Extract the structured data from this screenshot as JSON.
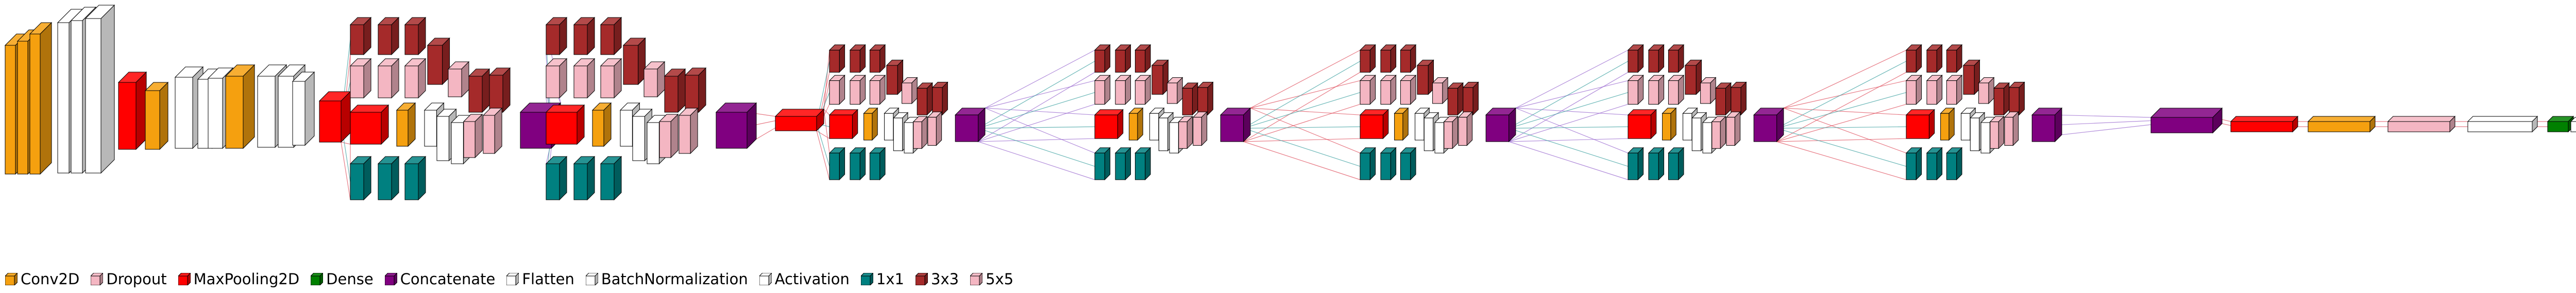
{
  "colors": {
    "Conv2D": "#f5a00f",
    "Dropout": "#f4b6c2",
    "MaxPooling2D": "#ff0000",
    "Dense": "#008000",
    "Concatenate": "#800080",
    "Flatten": "#ffffff",
    "BatchNormalization": "#ffffff",
    "Activation": "#ffffff",
    "1x1": "#008080",
    "3x3": "#a52a2a",
    "5x5": "#f4b6c2",
    "edge_red": "#e0505e",
    "edge_purple": "#9a6ad0",
    "edge_teal": "#3aa0a0",
    "outline": "#000000"
  },
  "legend": [
    {
      "key": "Conv2D",
      "label": "Conv2D"
    },
    {
      "key": "Dropout",
      "label": "Dropout"
    },
    {
      "key": "MaxPooling2D",
      "label": "MaxPooling2D"
    },
    {
      "key": "Dense",
      "label": "Dense"
    },
    {
      "key": "Concatenate",
      "label": "Concatenate"
    },
    {
      "key": "Flatten",
      "label": "Flatten"
    },
    {
      "key": "BatchNormalization",
      "label": "BatchNormalization"
    },
    {
      "key": "Activation",
      "label": "Activation"
    },
    {
      "key": "1x1",
      "label": "1x1"
    },
    {
      "key": "3x3",
      "label": "3x3"
    },
    {
      "key": "5x5",
      "label": "5x5"
    }
  ],
  "architecture": {
    "stem": [
      "Conv2D",
      "Conv2D",
      "Conv2D",
      "BatchNormalization",
      "BatchNormalization",
      "Activation",
      "MaxPooling2D",
      "Conv2D",
      "BatchNormalization",
      "Activation",
      "Activation",
      "Conv2D",
      "BatchNormalization",
      "Activation",
      "Activation",
      "MaxPooling2D"
    ],
    "inception_blocks": 7,
    "branches": [
      "3x3",
      "5x5",
      "MaxPooling2D",
      "1x1"
    ],
    "block_output": "Concatenate",
    "head": [
      "MaxPooling2D",
      "Conv2D",
      "Dropout",
      "Flatten",
      "Dense",
      "Activation"
    ]
  }
}
